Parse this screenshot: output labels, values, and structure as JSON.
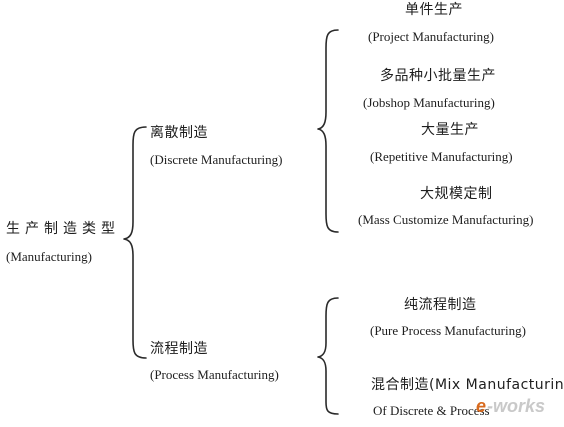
{
  "root": {
    "zh": "生产制造类型",
    "en": "(Manufacturing)"
  },
  "branches": [
    {
      "zh": "离散制造",
      "en": "(Discrete Manufacturing)",
      "children": [
        {
          "zh": "单件生产",
          "en": "(Project Manufacturing)"
        },
        {
          "zh": "多品种小批量生产",
          "en": "(Jobshop Manufacturing)"
        },
        {
          "zh": "大量生产",
          "en": "(Repetitive Manufacturing)"
        },
        {
          "zh": "大规模定制",
          "en": "(Mass Customize Manufacturing)"
        }
      ]
    },
    {
      "zh": "流程制造",
      "en": "(Process Manufacturing)",
      "children": [
        {
          "zh": "纯流程制造",
          "en": "(Pure Process Manufacturing)"
        },
        {
          "zh": "混合制造(Mix Manufacturing",
          "en": "Of Discrete & Process"
        }
      ]
    }
  ],
  "watermark": {
    "text": "e-works",
    "accent_color": "#d86a1e",
    "text_color": "#c9c9c9"
  }
}
